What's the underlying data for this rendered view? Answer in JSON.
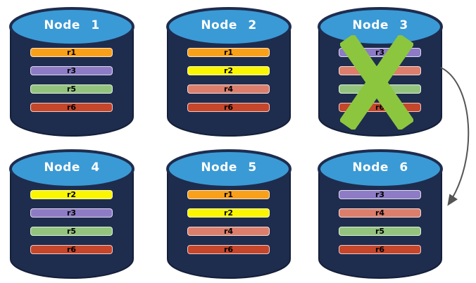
{
  "palette": {
    "background": "#ffffff",
    "cylinder_body": "#1E2C4E",
    "cylinder_outline": "#141F38",
    "cylinder_top": "#3A9AD5",
    "title_text": "#ffffff",
    "bar_text": "#000000",
    "failure_x": "#8CC63E",
    "arrow": "#555555"
  },
  "replica_colors": {
    "r1": "#F9A01B",
    "r2": "#FAF500",
    "r3": "#8D7CC5",
    "r4": "#DC7E6B",
    "r5": "#93C47D",
    "r6": "#C5462B"
  },
  "nodes": [
    {
      "label": "Node 1",
      "failed": false,
      "replicas": [
        "r1",
        "r3",
        "r5",
        "r6"
      ]
    },
    {
      "label": "Node 2",
      "failed": false,
      "replicas": [
        "r1",
        "r2",
        "r4",
        "r6"
      ]
    },
    {
      "label": "Node 3",
      "failed": true,
      "replicas": [
        "r3",
        "r4",
        "r5",
        "r6"
      ]
    },
    {
      "label": "Node 4",
      "failed": false,
      "replicas": [
        "r2",
        "r3",
        "r5",
        "r6"
      ]
    },
    {
      "label": "Node 5",
      "failed": false,
      "replicas": [
        "r1",
        "r2",
        "r4",
        "r6"
      ]
    },
    {
      "label": "Node 6",
      "failed": false,
      "replicas": [
        "r3",
        "r4",
        "r5",
        "r6"
      ]
    }
  ],
  "arrow": {
    "from_node": "Node 3",
    "to_node": "Node 6"
  }
}
